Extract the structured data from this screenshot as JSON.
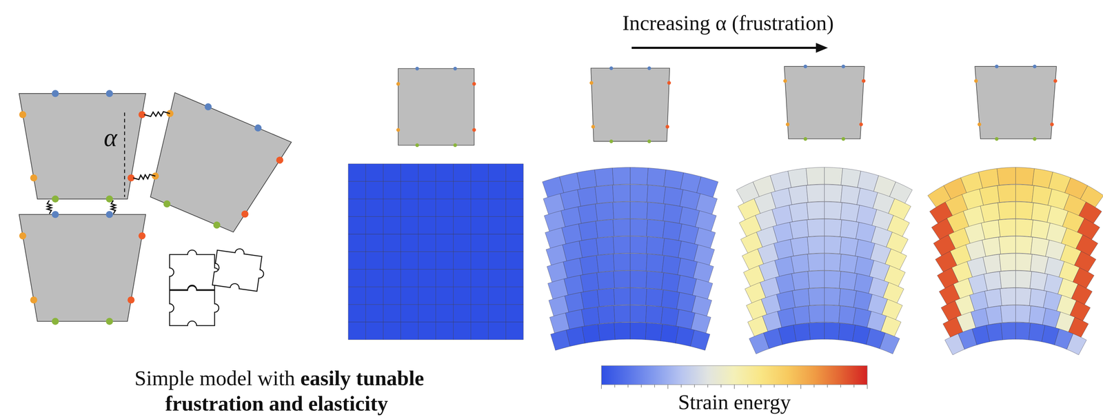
{
  "diagram": {
    "labels": [
      "α",
      "Increasing α (frustration)",
      "Strain energy",
      "Simple model with",
      "easily tunable frustration and elasticity"
    ]
  }
}
